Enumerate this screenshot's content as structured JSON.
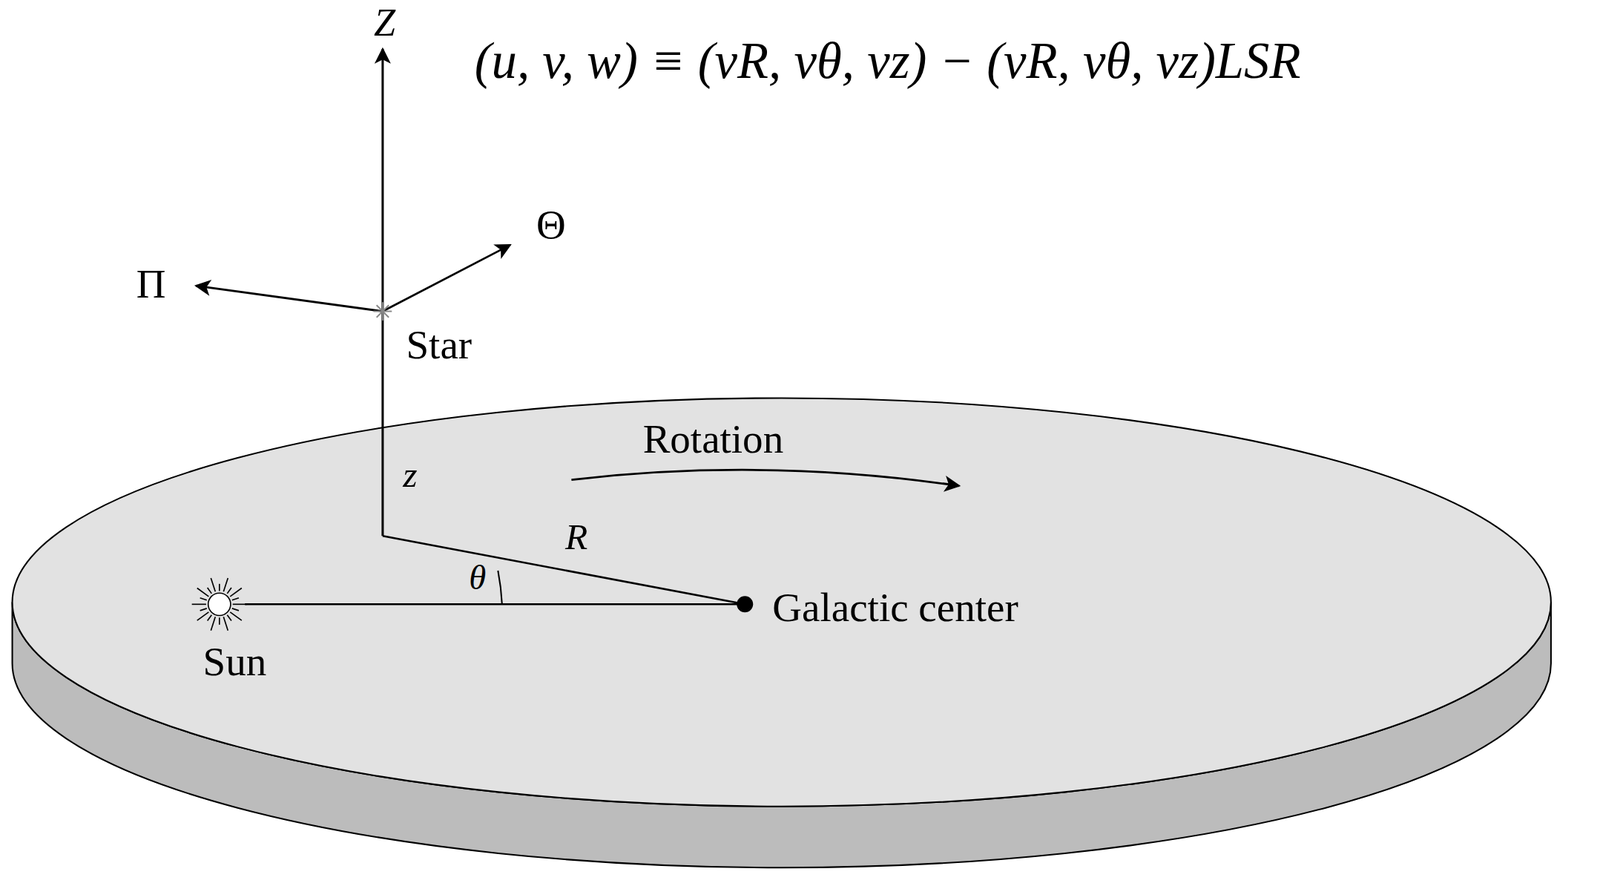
{
  "diagram": {
    "labels": [
      "Z",
      "(u, v, w) ≡ (vR, vθ, vz) − (vR, vθ, vz)LSR",
      "Θ",
      "Π",
      "Star",
      "Rotation",
      "z",
      "R",
      "θ",
      "Galactic center",
      "Sun"
    ]
  }
}
